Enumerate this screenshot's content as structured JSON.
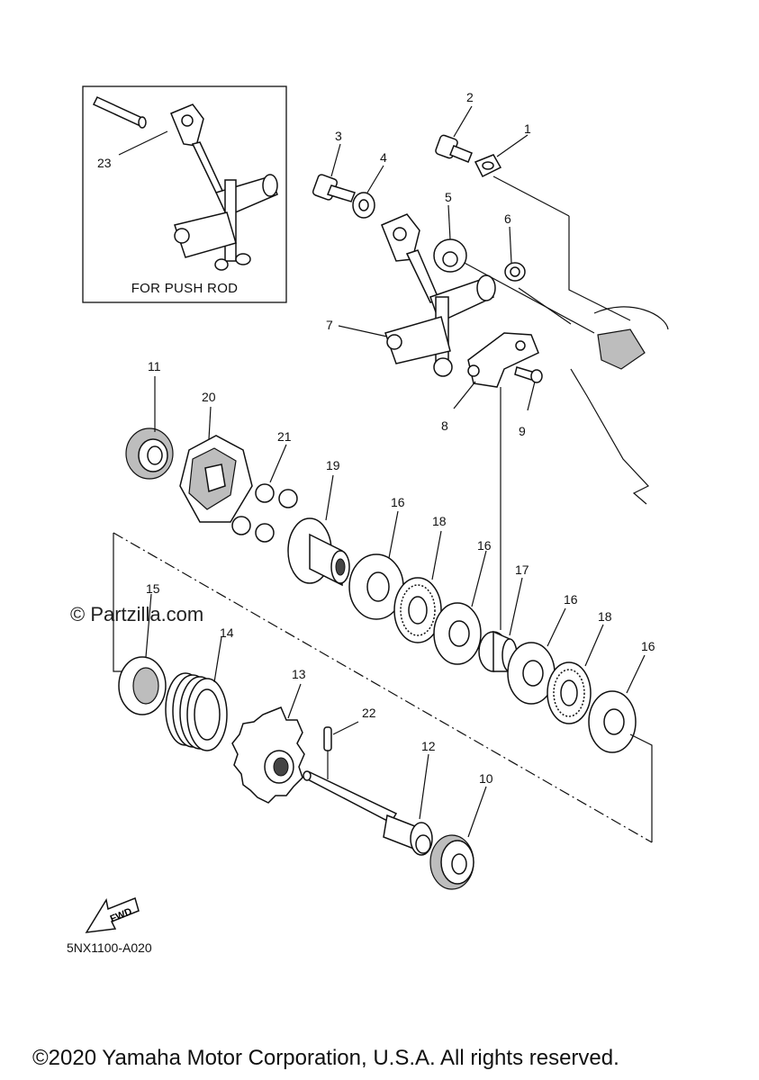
{
  "inset": {
    "caption": "FOR PUSH ROD",
    "callout": "23"
  },
  "callouts": [
    "1",
    "2",
    "3",
    "4",
    "5",
    "6",
    "7",
    "8",
    "9",
    "10",
    "11",
    "12",
    "13",
    "14",
    "15",
    "16",
    "16",
    "16",
    "16",
    "17",
    "18",
    "18",
    "19",
    "20",
    "21",
    "22"
  ],
  "labels": {
    "l1": "1",
    "l2": "2",
    "l3": "3",
    "l4": "4",
    "l5": "5",
    "l6": "6",
    "l7": "7",
    "l8": "8",
    "l9": "9",
    "l10": "10",
    "l11": "11",
    "l12": "12",
    "l13": "13",
    "l14": "14",
    "l15": "15",
    "l16a": "16",
    "l16b": "16",
    "l16c": "16",
    "l16d": "16",
    "l17": "17",
    "l18a": "18",
    "l18b": "18",
    "l19": "19",
    "l20": "20",
    "l21": "21",
    "l22": "22",
    "l23": "23"
  },
  "fwd_label": "FWD",
  "diagram_code": "5NX1100-A020",
  "watermark": "© Partzilla.com",
  "copyright": "©2020 Yamaha Motor Corporation, U.S.A. All rights reserved."
}
